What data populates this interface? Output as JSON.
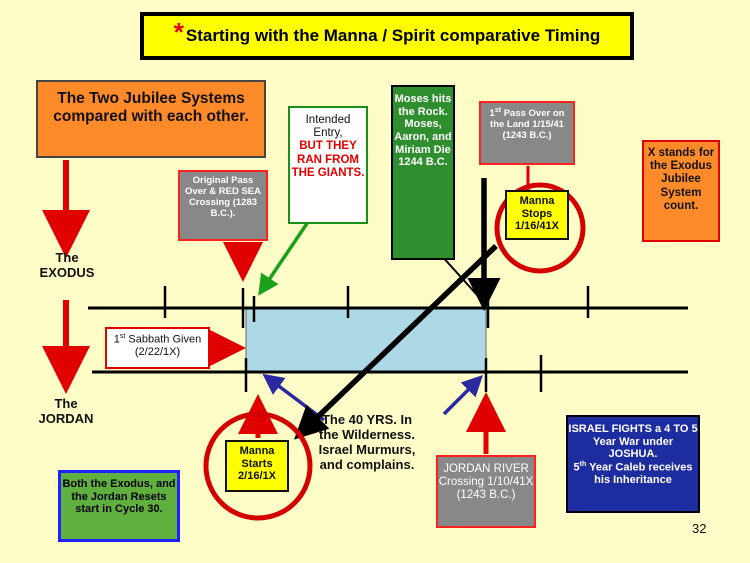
{
  "title": {
    "star": "*",
    "text": "Starting with the Manna / Spirit comparative Timing"
  },
  "jubilee_box": "The Two Jubilee Systems compared with each other.",
  "exodus_label": {
    "line1": "The",
    "line2": "EXODUS"
  },
  "jordan_label": {
    "line1": "The",
    "line2": "JORDAN"
  },
  "original_passover": "Original Pass Over & RED SEA Crossing (1283 B.C.).",
  "intended_entry": {
    "line1": "Intended Entry,",
    "line2": "BUT THEY RAN FROM THE GIANTS."
  },
  "moses_box": "Moses hits the Rock. Moses, Aaron, and Miriam Die 1244 B.C.",
  "passover_land": {
    "sup": "st",
    "pre": "1",
    "text": " Pass Over on the Land 1/15/41 (1243 B.C.)"
  },
  "manna_stops": "Manna Stops 1/16/41X",
  "x_stands": "X stands for the Exodus Jubilee System count.",
  "first_sabbath": {
    "pre": "1",
    "sup": "st",
    "text": " Sabbath Given (2/22/1X)"
  },
  "manna_starts": "Manna Starts 2/16/1X",
  "forty_years": "The 40 YRS. In the Wilderness. Israel Murmurs, and complains.",
  "jordan_crossing": "JORDAN RIVER Crossing 1/10/41X (1243 B.C.)",
  "israel_fights": {
    "line1": "ISRAEL FIGHTS a 4 TO 5  Year War under JOSHUA.",
    "pre": "5",
    "sup": "th",
    "line2": " Year Caleb receives his Inheritance"
  },
  "cycle_box": "Both the Exodus, and the Jordan Resets start in Cycle 30.",
  "page_number": "32",
  "colors": {
    "background": "#fefdc8",
    "red": "#e00000",
    "band": "#add8e6",
    "blue_arrow": "#2a2aa0",
    "green_arrow": "#1aa01a"
  }
}
